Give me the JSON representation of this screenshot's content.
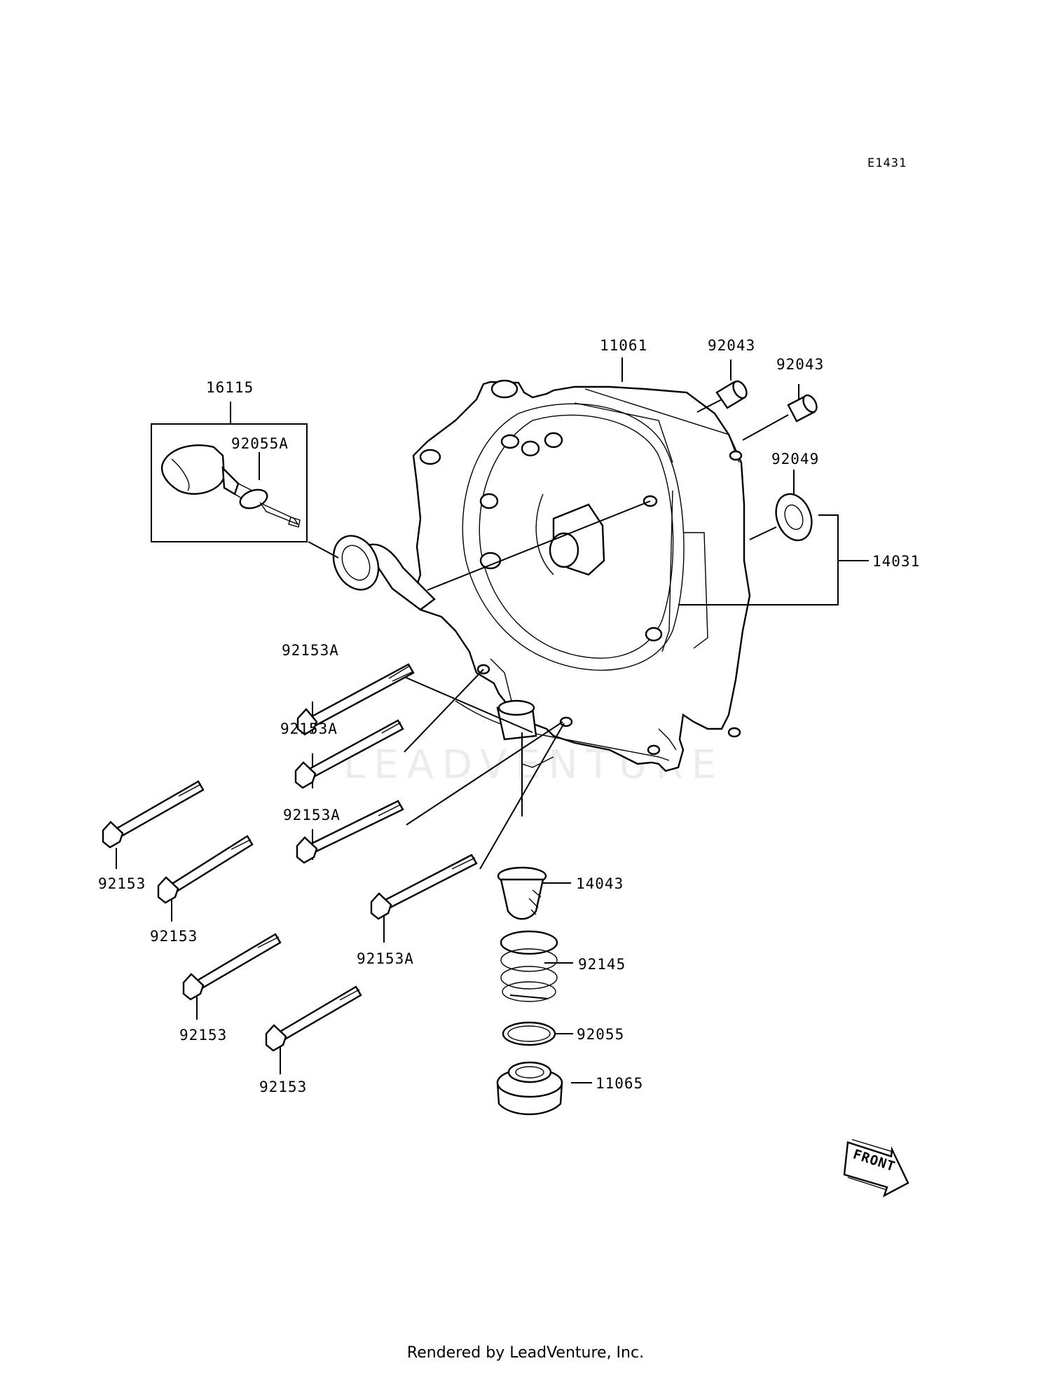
{
  "diagram_code": "E1431",
  "callouts": [
    {
      "id": "c-11061",
      "text": "11061"
    },
    {
      "id": "c-92043a",
      "text": "92043"
    },
    {
      "id": "c-92043b",
      "text": "92043"
    },
    {
      "id": "c-16115",
      "text": "16115"
    },
    {
      "id": "c-92055A",
      "text": "92055A"
    },
    {
      "id": "c-92049",
      "text": "92049"
    },
    {
      "id": "c-14031",
      "text": "14031"
    },
    {
      "id": "c-92153A-1",
      "text": "92153A"
    },
    {
      "id": "c-92153A-2",
      "text": "92153A"
    },
    {
      "id": "c-92153A-3",
      "text": "92153A"
    },
    {
      "id": "c-92153A-4",
      "text": "92153A"
    },
    {
      "id": "c-92153-1",
      "text": "92153"
    },
    {
      "id": "c-92153-2",
      "text": "92153"
    },
    {
      "id": "c-92153-3",
      "text": "92153"
    },
    {
      "id": "c-92153-4",
      "text": "92153"
    },
    {
      "id": "c-14043",
      "text": "14043"
    },
    {
      "id": "c-92145",
      "text": "92145"
    },
    {
      "id": "c-92055",
      "text": "92055"
    },
    {
      "id": "c-11065",
      "text": "11065"
    }
  ],
  "front_arrow": "FRONT",
  "watermark": "LEADVENTURE",
  "footer": "Rendered by LeadVenture, Inc."
}
